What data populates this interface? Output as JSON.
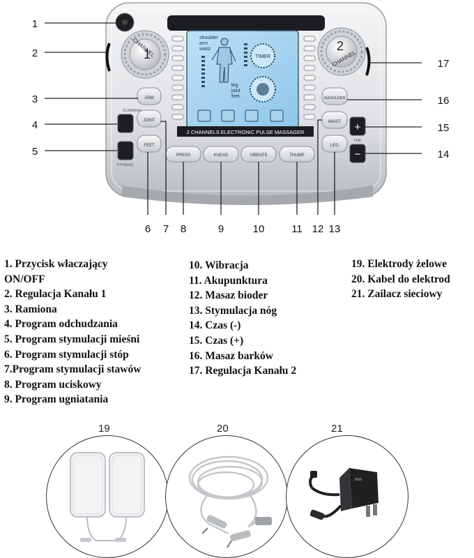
{
  "callouts": [
    "1",
    "2",
    "3",
    "4",
    "5",
    "6",
    "7",
    "8",
    "9",
    "10",
    "11",
    "12",
    "13",
    "14",
    "15",
    "16",
    "17"
  ],
  "device": {
    "screen_caption": "2 CHANNELS ELECTRONIC PULSE MASSAGER",
    "lcd_labels": {
      "shoulder": "shoulder",
      "arm": "arm",
      "waist": "waist",
      "leg": "leg",
      "joint": "joint",
      "feet": "feet",
      "timer": "TIMER"
    },
    "channel_1_digit": "1",
    "channel_2_digit": "2",
    "channel_word": "CHANNEL",
    "mode_labels": {
      "slimming": "SLIMMING",
      "fitness": "FITNESS",
      "tme": "TME"
    },
    "buttons": {
      "arm": "ARM",
      "joint": "JOINT",
      "feet": "FEET",
      "press": "PRESS",
      "knead": "KNEAD",
      "vibrate": "VIBRATE",
      "thump": "THUMP",
      "shoulder": "SHOULDER",
      "waist": "WAIST",
      "leg": "LEG",
      "plus": "+",
      "minus": "−"
    }
  },
  "legend": {
    "col1": [
      "1. Przycisk właczający",
      "ON/OFF",
      "2. Regulacja Kanału 1",
      "3. Ramiona",
      "4. Program odchudzania",
      "5. Program stymulacji mieśni",
      "6. Program stymulacji stóp",
      "7.Program stymulacji stawów",
      "8. Program uciskowy",
      "9. Program ugniatania"
    ],
    "col2": [
      "10. Wibracja",
      "11. Akupunktura",
      "12. Masaz bioder",
      "13. Stymulacja nóg",
      "14. Czas (-)",
      "15. Czas (+)",
      "16. Masaz barków",
      "17. Regulacja Kanału 2"
    ],
    "col3": [
      "19. Elektrody żelowe",
      "20. Kabel do elektrod",
      "21. Zailacz sieciowy"
    ]
  },
  "accessories": [
    {
      "number": "19",
      "icon": "gel-electrode-pads-icon"
    },
    {
      "number": "20",
      "icon": "electrode-cable-icon"
    },
    {
      "number": "21",
      "icon": "power-adapter-icon"
    }
  ]
}
